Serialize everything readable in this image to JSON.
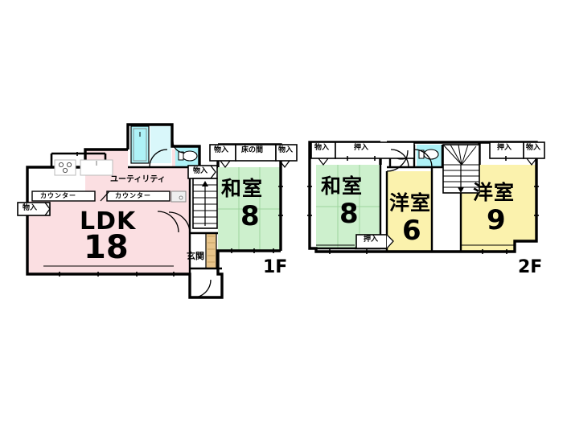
{
  "document": {
    "type": "floor-plan",
    "description": "Japanese real-estate floor plan, 1F and 2F"
  },
  "floors": [
    {
      "id": "1f",
      "tag": "1F",
      "rooms": [
        {
          "name": "LDK",
          "size": "18",
          "color": "#fbdfe2"
        },
        {
          "name": "和室",
          "size": "8",
          "color": "#cdf0cd"
        }
      ],
      "labels": [
        {
          "text": "ユーティリティ",
          "name": "utility-label"
        },
        {
          "text": "カウンター",
          "name": "counter-label-left"
        },
        {
          "text": "カウンター",
          "name": "counter-label-right"
        },
        {
          "text": "物入",
          "name": "storage-label-ldk-left"
        },
        {
          "text": "物入",
          "name": "storage-label-hall"
        },
        {
          "text": "物入",
          "name": "storage-label-washitsu-left"
        },
        {
          "text": "床の間",
          "name": "tokonoma-label"
        },
        {
          "text": "物入",
          "name": "storage-label-washitsu-right"
        },
        {
          "text": "玄関",
          "name": "entrance-label"
        }
      ]
    },
    {
      "id": "2f",
      "tag": "2F",
      "rooms": [
        {
          "name": "和室",
          "size": "8",
          "color": "#cdf0cd"
        },
        {
          "name": "洋室",
          "size": "6",
          "color": "#fbf2ad"
        },
        {
          "name": "洋室",
          "size": "9",
          "color": "#fbf2ad"
        }
      ],
      "labels": [
        {
          "text": "物入",
          "name": "storage-label-2f-left"
        },
        {
          "text": "押入",
          "name": "closet-label-2f-top"
        },
        {
          "text": "押入",
          "name": "closet-label-2f-bottom"
        },
        {
          "text": "押入",
          "name": "closet-label-2f-right"
        },
        {
          "text": "物入",
          "name": "storage-label-2f-right"
        }
      ]
    }
  ],
  "colors": {
    "ldk_pink": "#fbdfe2",
    "washitsu_green": "#cdf0cd",
    "yoshitsu_yellow": "#fbf2ad",
    "water_cyan": "#aef2f7",
    "entrance_tan": "#e8c48a",
    "wall": "#000000",
    "background": "#ffffff"
  },
  "text": {
    "ldk_name": "LDK",
    "ldk_size": "18",
    "washitsu_name": "和室",
    "washitsu_1f_size": "8",
    "washitsu_2f_size": "8",
    "yoshitsu_name": "洋室",
    "yoshitsu_6_size": "6",
    "yoshitsu_9_size": "9",
    "utility": "ユーティリティ",
    "counter": "カウンター",
    "storage": "物入",
    "closet": "押入",
    "tokonoma": "床の間",
    "entrance": "玄関",
    "floor_1f": "1F",
    "floor_2f": "2F"
  }
}
